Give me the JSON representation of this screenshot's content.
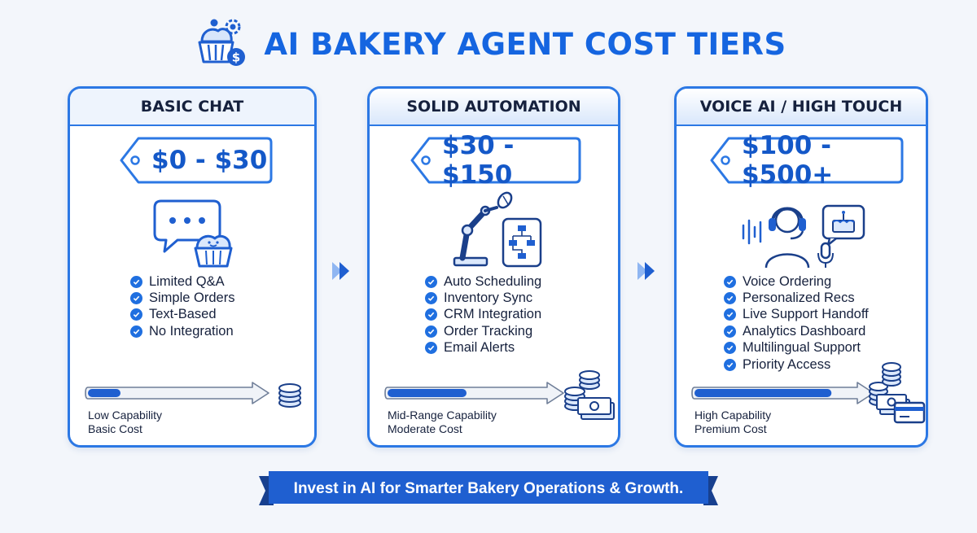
{
  "title": "AI BAKERY AGENT COST TIERS",
  "tiers": [
    {
      "name": "BASIC CHAT",
      "price": "$0 - $30",
      "features": [
        "Limited Q&A",
        "Simple Orders",
        "Text-Based",
        "No Integration"
      ],
      "capability": "Low Capability",
      "cost": "Basic Cost",
      "capability_level": 0.2,
      "illustration": "chat-bubble-cupcake-icon",
      "money_icon": "coin-stack-icon"
    },
    {
      "name": "SOLID AUTOMATION",
      "price": "$30 - $150",
      "features": [
        "Auto Scheduling",
        "Inventory Sync",
        "CRM Integration",
        "Order Tracking",
        "Email Alerts"
      ],
      "capability": "Mid-Range Capability",
      "cost": "Moderate Cost",
      "capability_level": 0.5,
      "illustration": "robot-arm-tablet-icon",
      "money_icon": "coins-and-cash-icon"
    },
    {
      "name": "VOICE AI / HIGH TOUCH",
      "price": "$100 - $500+",
      "features": [
        "Voice Ordering",
        "Personalized Recs",
        "Live Support Handoff",
        "Analytics Dashboard",
        "Multilingual Support",
        "Priority Access"
      ],
      "capability": "High Capability",
      "cost": "Premium Cost",
      "capability_level": 0.85,
      "illustration": "headset-voice-cake-icon",
      "money_icon": "coins-cash-card-icon"
    }
  ],
  "banner": "Invest in AI for Smarter Bakery Operations & Growth.",
  "colors": {
    "accent": "#1565e0",
    "border": "#2c78e4",
    "background": "#f3f6fb",
    "text": "#16213d",
    "banner": "#1f5fd0"
  }
}
